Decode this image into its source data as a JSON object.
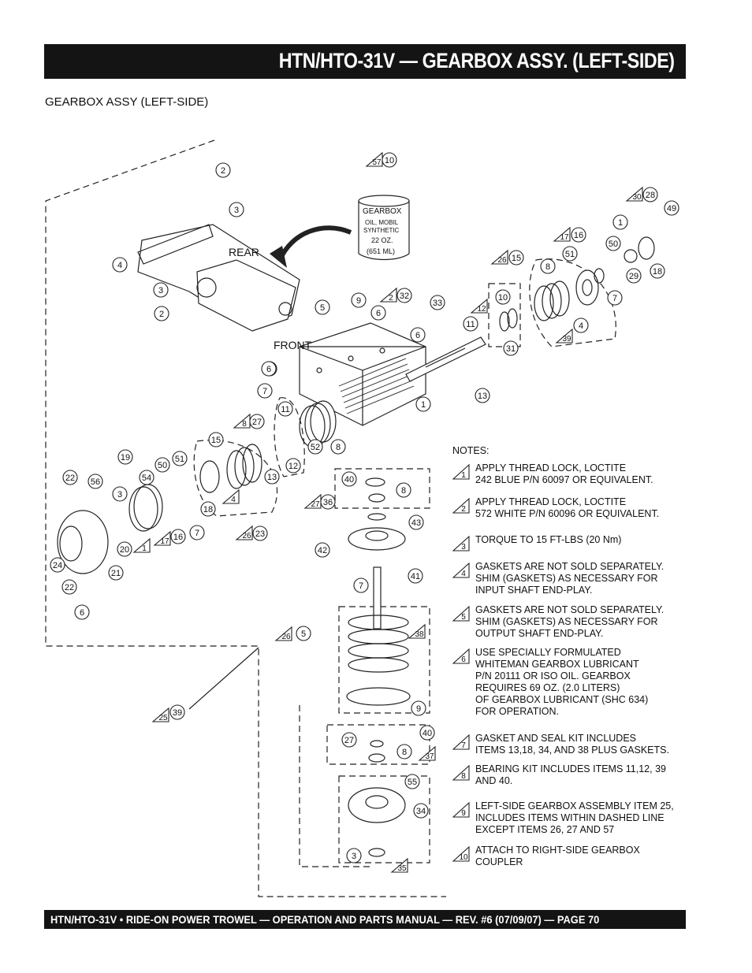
{
  "header": {
    "title": "HTN/HTO-31V — GEARBOX ASSY. (LEFT-SIDE)"
  },
  "subtitle": "GEARBOX  ASSY (LEFT-SIDE)",
  "diagram": {
    "labels": {
      "rear": "REAR",
      "front": "FRONT"
    },
    "can": {
      "line1": "GEARBOX",
      "line2": "OIL, MOBIL",
      "line3": "SYNTHETIC",
      "line4": "22 OZ.",
      "line5": "(651 ML)"
    },
    "callouts": [
      "2",
      "3",
      "4",
      "3",
      "2",
      "5",
      "9",
      "2",
      "32",
      "6",
      "33",
      "6",
      "6",
      "7",
      "6",
      "1",
      "8",
      "27",
      "11",
      "15",
      "12",
      "52",
      "8",
      "13",
      "19",
      "22",
      "56",
      "54",
      "50",
      "51",
      "18",
      "4",
      "3",
      "20",
      "1",
      "17",
      "16",
      "7",
      "26",
      "23",
      "24",
      "22",
      "21",
      "6",
      "57",
      "10",
      "30",
      "28",
      "49",
      "1",
      "17",
      "16",
      "51",
      "50",
      "29",
      "18",
      "7",
      "26",
      "15",
      "8",
      "12",
      "10",
      "11",
      "31",
      "13",
      "4",
      "39",
      "40",
      "8",
      "27",
      "36",
      "43",
      "42",
      "41",
      "7",
      "26",
      "5",
      "38",
      "9",
      "25",
      "39",
      "27",
      "40",
      "8",
      "37",
      "55",
      "34",
      "3",
      "35"
    ]
  },
  "notes": {
    "title": "NOTES:",
    "items": [
      {
        "num": "1",
        "text": "APPLY THREAD LOCK, LOCTITE\n242 BLUE P/N 60097 OR EQUIVALENT."
      },
      {
        "num": "2",
        "text": "APPLY THREAD LOCK, LOCTITE\n572 WHITE P/N 60096 OR EQUIVALENT."
      },
      {
        "num": "3",
        "text": "TORQUE TO  15 FT-LBS (20 Nm)"
      },
      {
        "num": "4",
        "text": "GASKETS ARE NOT SOLD SEPARATELY.\nSHIM (GASKETS) AS NECESSARY FOR\nINPUT SHAFT END-PLAY."
      },
      {
        "num": "5",
        "text": "GASKETS ARE NOT SOLD SEPARATELY.\nSHIM (GASKETS) AS NECESSARY FOR\nOUTPUT SHAFT END-PLAY."
      },
      {
        "num": "6",
        "text": "USE SPECIALLY FORMULATED\nWHITEMAN GEARBOX LUBRICANT\nP/N 20111 OR ISO OIL. GEARBOX\nREQUIRES 69 OZ. (2.0 LITERS)\nOF GEARBOX LUBRICANT (SHC 634)\nFOR OPERATION."
      },
      {
        "num": "7",
        "text": "GASKET AND SEAL KIT INCLUDES\nITEMS 13,18, 34, AND 38  PLUS GASKETS."
      },
      {
        "num": "8",
        "text": "BEARING KIT INCLUDES ITEMS 11,12, 39\nAND 40."
      },
      {
        "num": "9",
        "text": "LEFT-SIDE GEARBOX ASSEMBLY ITEM 25,\nINCLUDES ITEMS WITHIN DASHED LINE\nEXCEPT ITEMS 26, 27 AND 57"
      },
      {
        "num": "10",
        "text": "ATTACH TO RIGHT-SIDE GEARBOX\nCOUPLER"
      }
    ]
  },
  "footer": {
    "text": "HTN/HTO-31V • RIDE-ON POWER TROWEL — OPERATION AND PARTS MANUAL — REV. #6 (07/09/07) — PAGE 70"
  }
}
